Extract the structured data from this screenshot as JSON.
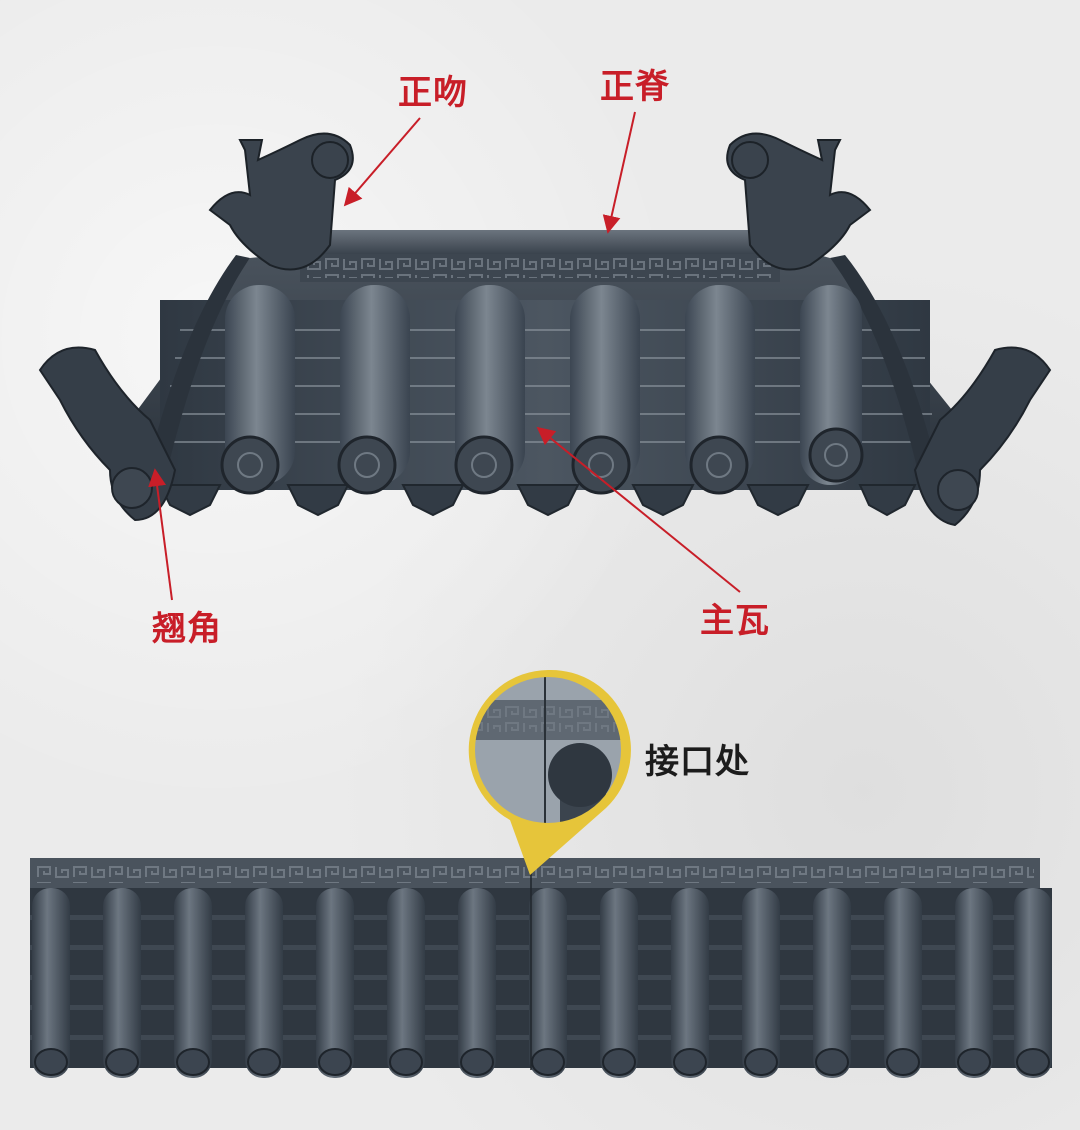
{
  "labels": {
    "zhengwen": "正吻",
    "zhengji": "正脊",
    "qiaojiao": "翘角",
    "zhuwa": "主瓦",
    "jiekouchu": "接口处"
  },
  "colors": {
    "label_red": "#c81e28",
    "callout_text": "#1c1c1c",
    "tile_dark": "#3a4450",
    "tile_mid": "#56606b",
    "tile_light": "#7a848e",
    "magnifier_ring": "#e6c53a",
    "background": "#ebebeb"
  },
  "icons": {
    "ridge_ornament": "dragon-ornament-icon",
    "tile_end_cap": "rosette-icon"
  }
}
